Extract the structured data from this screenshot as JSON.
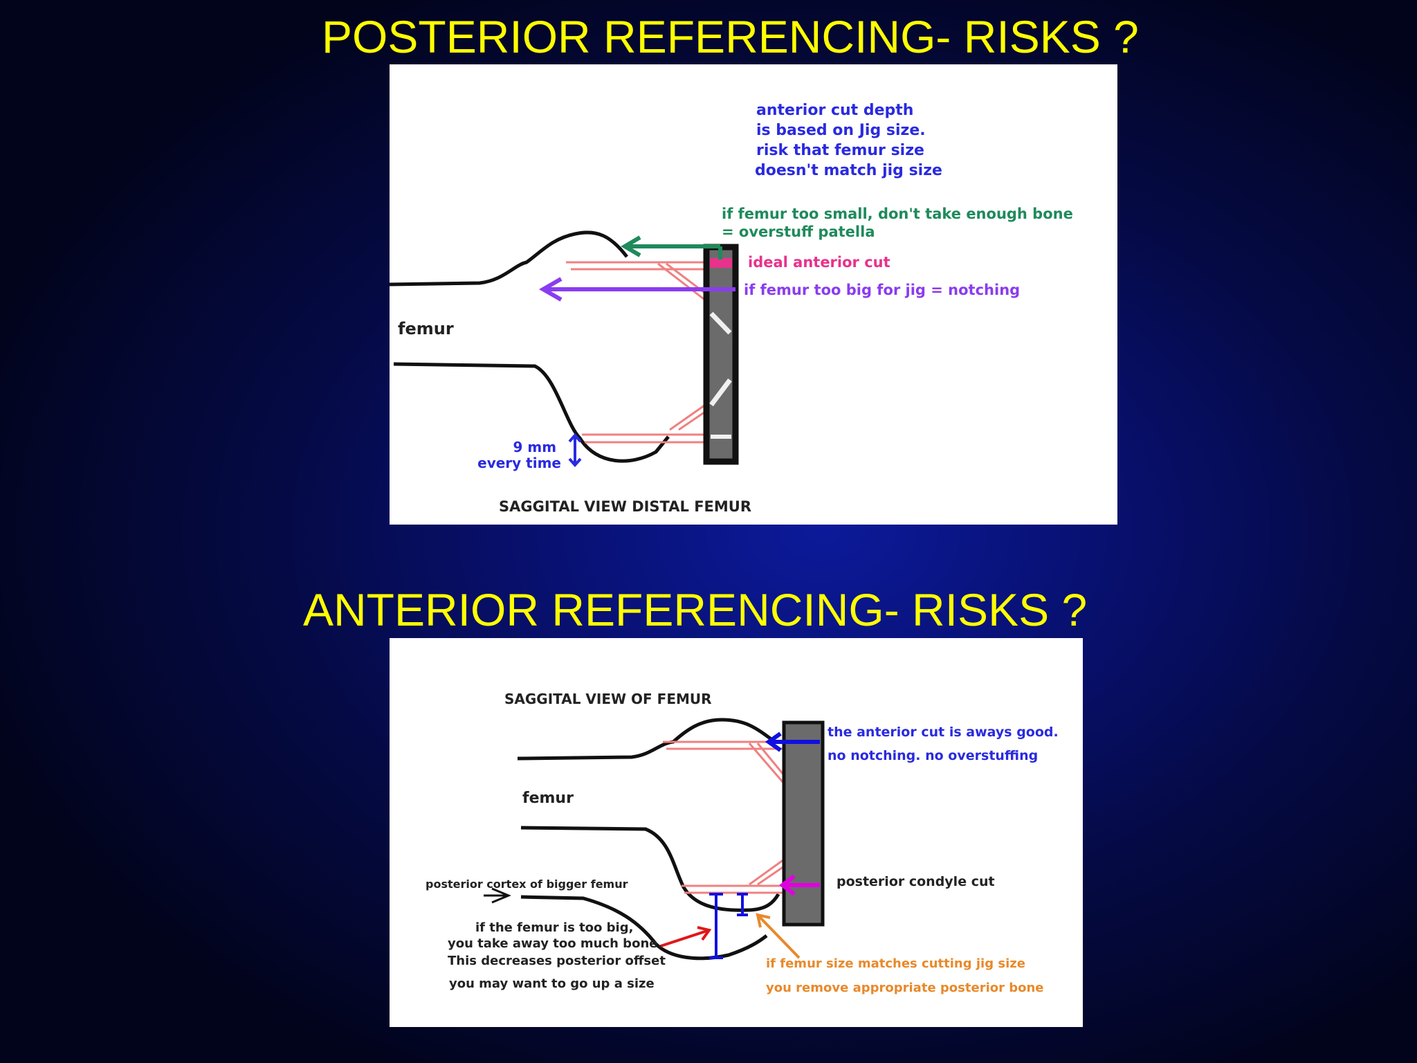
{
  "slide": {
    "title_color": "#ffff00",
    "posterior": {
      "title": "POSTERIOR REFERENCING- RISKS ?",
      "labels": {
        "jig_note": [
          "anterior cut depth",
          "is based on Jig size.",
          "risk that femur size",
          "doesn't match jig size"
        ],
        "too_small": [
          "if femur too small, don't take enough bone",
          "= overstuff patella"
        ],
        "ideal_cut": "ideal anterior cut",
        "too_big": "if femur too big for jig = notching",
        "femur": "femur",
        "distance": [
          "9 mm",
          "every time"
        ],
        "view": "SAGGITAL VIEW DISTAL FEMUR"
      }
    },
    "anterior": {
      "title": "ANTERIOR REFERENCING- RISKS ?",
      "labels": {
        "view": "SAGGITAL VIEW OF FEMUR",
        "good_cut": [
          "the anterior cut is aways good.",
          "no notching. no overstuffing"
        ],
        "femur": "femur",
        "posterior_cut": "posterior condyle cut",
        "cortex": "posterior cortex of bigger femur",
        "too_big": [
          "if the femur is too big,",
          "you take away too much bone.",
          "This decreases posterior offset",
          "you may want to go up a size"
        ],
        "matches": [
          "if femur size matches cutting jig size",
          "you remove appropriate posterior bone"
        ]
      }
    },
    "colors": {
      "blue_text": "#2a2ae0",
      "green": "#1f8a5c",
      "pink": "#e8328c",
      "purple": "#8a3cf0",
      "salmon": "#f08080",
      "orange": "#e8892a",
      "red": "#e01818",
      "magenta": "#e000e0",
      "jig_gray": "#6b6b6b",
      "ink": "#111111"
    }
  }
}
